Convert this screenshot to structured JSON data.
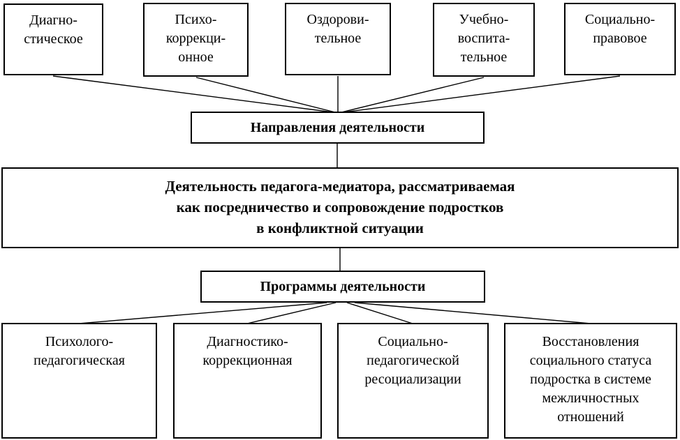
{
  "diagram": {
    "top_boxes": [
      {
        "label": "Диагно-\nстическое"
      },
      {
        "label": "Психо-\nкоррекци-\nонное"
      },
      {
        "label": "Оздорови-\nтельное"
      },
      {
        "label": "Учебно-\nвоспита-\nтельное"
      },
      {
        "label": "Социально-\nправовое"
      }
    ],
    "directions_label": "Направления деятельности",
    "activity_label": "Деятельность педагога-медиатора, рассматриваемая\nкак посредничество и сопровождение подростков\nв конфликтной ситуации",
    "programs_label": "Программы деятельности",
    "bottom_boxes": [
      {
        "label": "Психолого-\nпедагогическая"
      },
      {
        "label": "Диагностико-\nкоррекционная"
      },
      {
        "label": "Социально-\nпедагогической\nресоциализации"
      },
      {
        "label": "Восстановления\nсоциального статуса\nподростка в системе\nмежличностных\nотношений"
      }
    ],
    "colors": {
      "line": "#000000",
      "border": "#000000",
      "background": "#ffffff"
    }
  }
}
